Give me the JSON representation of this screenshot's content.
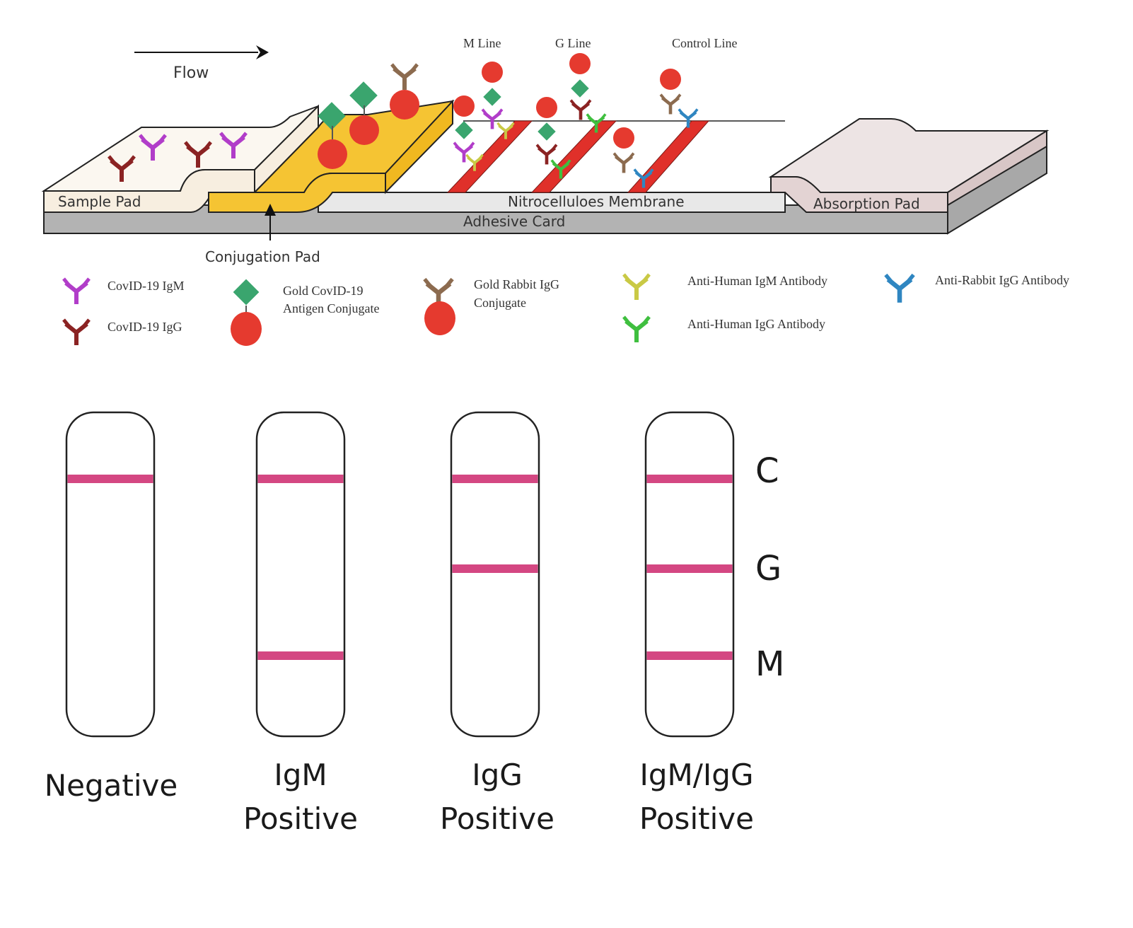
{
  "title": "Lateral flow COVID-19 IgM/IgG antibody test",
  "flow_label": "Flow",
  "line_labels": {
    "m_line": "M Line",
    "g_line": "G Line",
    "control_line": "Control Line"
  },
  "parts": {
    "sample_pad": "Sample Pad",
    "conjugation_pad": "Conjugation Pad",
    "membrane": "Nitrocelluloes Membrane",
    "adhesive_card": "Adhesive Card",
    "absorption_pad": "Absorption Pad"
  },
  "legend": [
    {
      "icon": "antibody-icon",
      "color": "#b13dc9",
      "label_lines": [
        "CovID-19  IgM"
      ]
    },
    {
      "icon": "antibody-icon",
      "color": "#8b2323",
      "label_lines": [
        "CovID-19  IgG"
      ]
    },
    {
      "icon": "gold-antigen-conjugate-icon",
      "color": "#3aa56e",
      "label_lines": [
        "Gold CovID-19",
        "Antigen Conjugate"
      ]
    },
    {
      "icon": "gold-rabbit-igg-conjugate-icon",
      "color": "#8c6b4f",
      "label_lines": [
        "Gold Rabbit IgG",
        "Conjugate"
      ]
    },
    {
      "icon": "antibody-icon",
      "color": "#c9c945",
      "label_lines": [
        "Anti-Human IgM Antibody"
      ]
    },
    {
      "icon": "antibody-icon",
      "color": "#3fbf3f",
      "label_lines": [
        "Anti-Human IgG Antibody"
      ]
    },
    {
      "icon": "antibody-icon",
      "color": "#2f86c1",
      "label_lines": [
        "Anti-Rabbit IgG Antibody"
      ]
    }
  ],
  "colors": {
    "gold_particle": "#e53a2f",
    "antigen": "#3aa56e",
    "conjugation_pad": "#f5c433",
    "sample_pad": "#f7eee0",
    "absorption_pad": "#e3d3d3",
    "adhesive_card": "#b3b3b3",
    "membrane": "#e8e8e8",
    "test_line_red": "#e0302a",
    "result_band": "#d44782"
  },
  "band_labels": [
    "C",
    "G",
    "M"
  ],
  "results": [
    {
      "label_lines": [
        "Negative"
      ],
      "bands": [
        "C"
      ]
    },
    {
      "label_lines": [
        "IgM",
        "Positive"
      ],
      "bands": [
        "C",
        "M"
      ]
    },
    {
      "label_lines": [
        "IgG",
        "Positive"
      ],
      "bands": [
        "C",
        "G"
      ]
    },
    {
      "label_lines": [
        "IgM/IgG",
        "Positive"
      ],
      "bands": [
        "C",
        "G",
        "M"
      ]
    }
  ]
}
